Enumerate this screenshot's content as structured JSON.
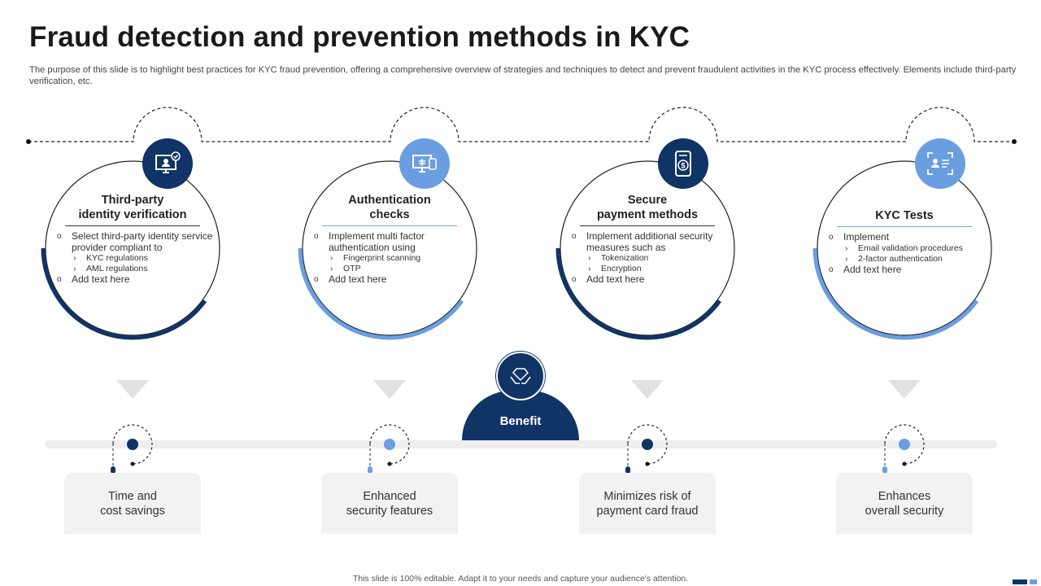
{
  "title": "Fraud detection and prevention methods in KYC",
  "description": "The purpose of this slide is to highlight best practices for KYC fraud prevention, offering a comprehensive overview of strategies and techniques to detect and prevent fraudulent activities in the KYC process effectively. Elements include third-party verification, etc.",
  "colors": {
    "navy": "#0f3465",
    "light_blue": "#6a9ee0"
  },
  "methods": [
    {
      "title_1": "Third-party",
      "title_2": "identity verification",
      "icon": "identity-monitor-check-icon",
      "items": [
        "Select third-party identity service provider compliant to",
        "Add text here"
      ],
      "sub": [
        "KYC regulations",
        "AML regulations"
      ]
    },
    {
      "title_1": "Authentication",
      "title_2": "checks",
      "icon": "computer-fingerprint-icon",
      "items": [
        "Implement multi factor authentication using",
        "Add text here"
      ],
      "sub": [
        "Fingerprint scanning",
        "OTP"
      ]
    },
    {
      "title_1": "Secure",
      "title_2": "payment methods",
      "icon": "payment-phone-icon",
      "items": [
        "Implement additional security measures such as",
        "Add text here"
      ],
      "sub": [
        "Tokenization",
        "Encryption"
      ]
    },
    {
      "title_1": "KYC Tests",
      "title_2": "",
      "icon": "id-card-scan-icon",
      "items": [
        "Implement",
        "Add text here"
      ],
      "sub": [
        "Email  validation procedures",
        "2-factor authentication"
      ]
    }
  ],
  "benefit_label": "Benefit",
  "benefits": [
    "Time and\ncost savings",
    "Enhanced\nsecurity features",
    "Minimizes risk of\npayment card fraud",
    "Enhances\noverall security"
  ],
  "footer": "This slide is 100% editable. Adapt it to your needs and capture your audience's attention."
}
